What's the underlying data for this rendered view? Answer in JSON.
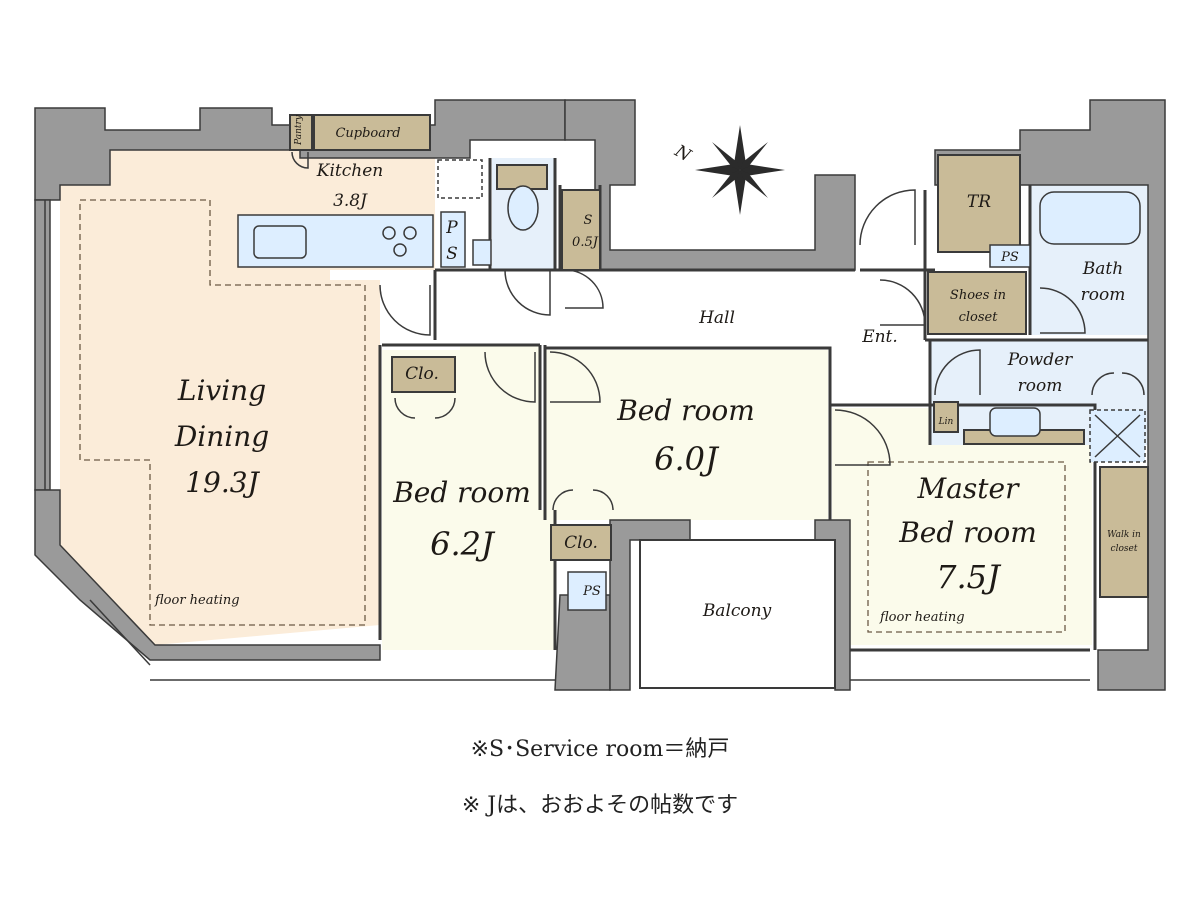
{
  "rooms": {
    "kitchen": {
      "name": "Kitchen",
      "size": "3.8J"
    },
    "cupboard": "Cupboard",
    "pantry": "Pantry",
    "living": {
      "name_line1": "Living",
      "name_line2": "Dining",
      "size": "19.3J",
      "note": "floor heating"
    },
    "bed1": {
      "name": "Bed room",
      "size": "6.2J",
      "closet": "Clo."
    },
    "bed2": {
      "name": "Bed room",
      "size": "6.0J",
      "closet": "Clo."
    },
    "master": {
      "name_line1": "Master",
      "name_line2": "Bed room",
      "size": "7.5J",
      "note": "floor heating",
      "closet_line1": "Walk in",
      "closet_line2": "closet"
    },
    "service": {
      "name": "S",
      "size": "0.5J"
    },
    "hall": "Hall",
    "entrance": "Ent.",
    "tr": "TR",
    "shoes": {
      "line1": "Shoes in",
      "line2": "closet"
    },
    "bath": {
      "line1": "Bath",
      "line2": "room"
    },
    "powder": {
      "line1": "Powder",
      "line2": "room"
    },
    "linen": "Lin",
    "balcony": "Balcony",
    "ps": "PS",
    "ps_vertical": [
      "P",
      "S"
    ]
  },
  "compass": "N",
  "notes": [
    "※S･Service room＝納戸",
    "※ Jは、おおよその帖数です"
  ],
  "colors": {
    "living_floor": "#fbecd9",
    "bed_floor": "#fbfbeb",
    "wet_area": "#e6f0fa",
    "storage": "#c9bb98",
    "wall": "#9a9a9a"
  }
}
